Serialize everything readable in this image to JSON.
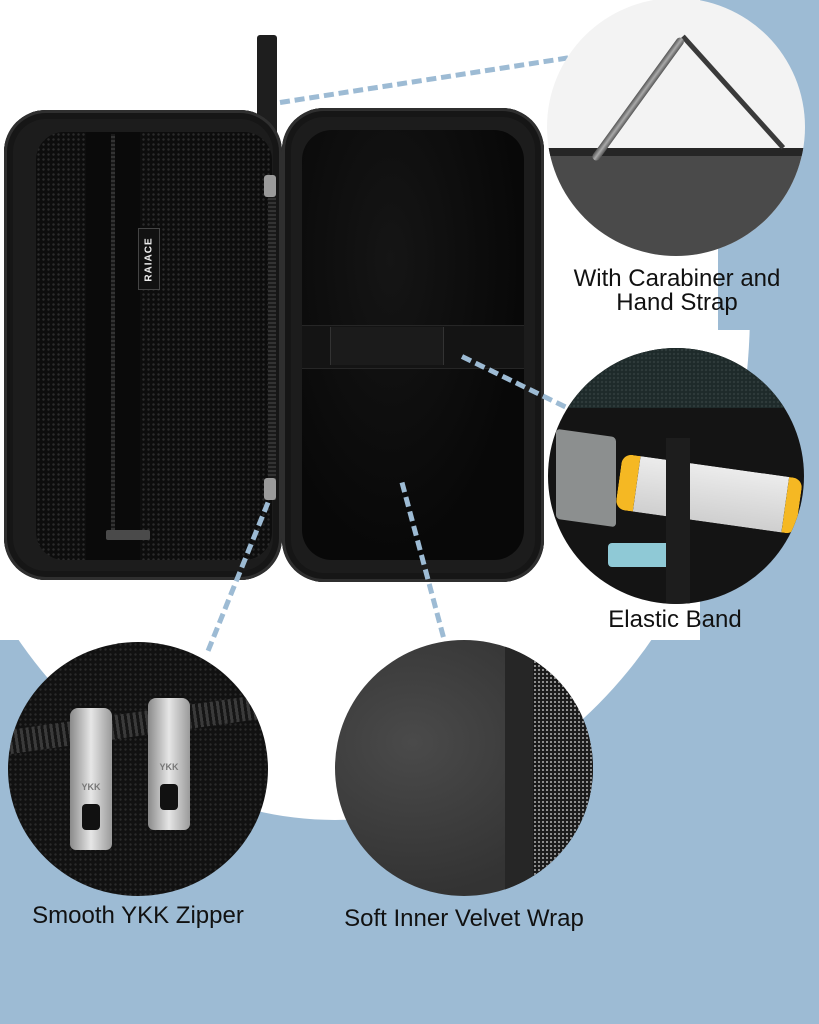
{
  "colors": {
    "background_white": "#ffffff",
    "background_blue": "#9dbbd4",
    "leader_line": "#9dbbd4",
    "case_black": "#1c1c1c",
    "label_text": "#111111"
  },
  "product": {
    "brand_tag": "RAIACE",
    "zipper_brand": "YKK"
  },
  "callouts": [
    {
      "id": "carabiner",
      "label_line1": "With Carabiner and",
      "label_line2": "Hand Strap"
    },
    {
      "id": "elastic",
      "label": "Elastic Band"
    },
    {
      "id": "zipper",
      "label": "Smooth YKK Zipper"
    },
    {
      "id": "velvet",
      "label": "Soft Inner Velvet Wrap"
    }
  ]
}
